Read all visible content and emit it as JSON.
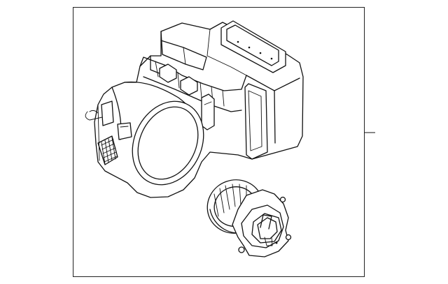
{
  "diagram": {
    "kind": "exploded-parts-illustration",
    "text_labels": [],
    "parts": [
      {
        "name": "blower-housing"
      },
      {
        "name": "blower-motor"
      }
    ],
    "callouts": [
      {
        "name": "callout-leader-line"
      }
    ],
    "colors": {
      "line": "#111111",
      "background": "#ffffff"
    }
  }
}
